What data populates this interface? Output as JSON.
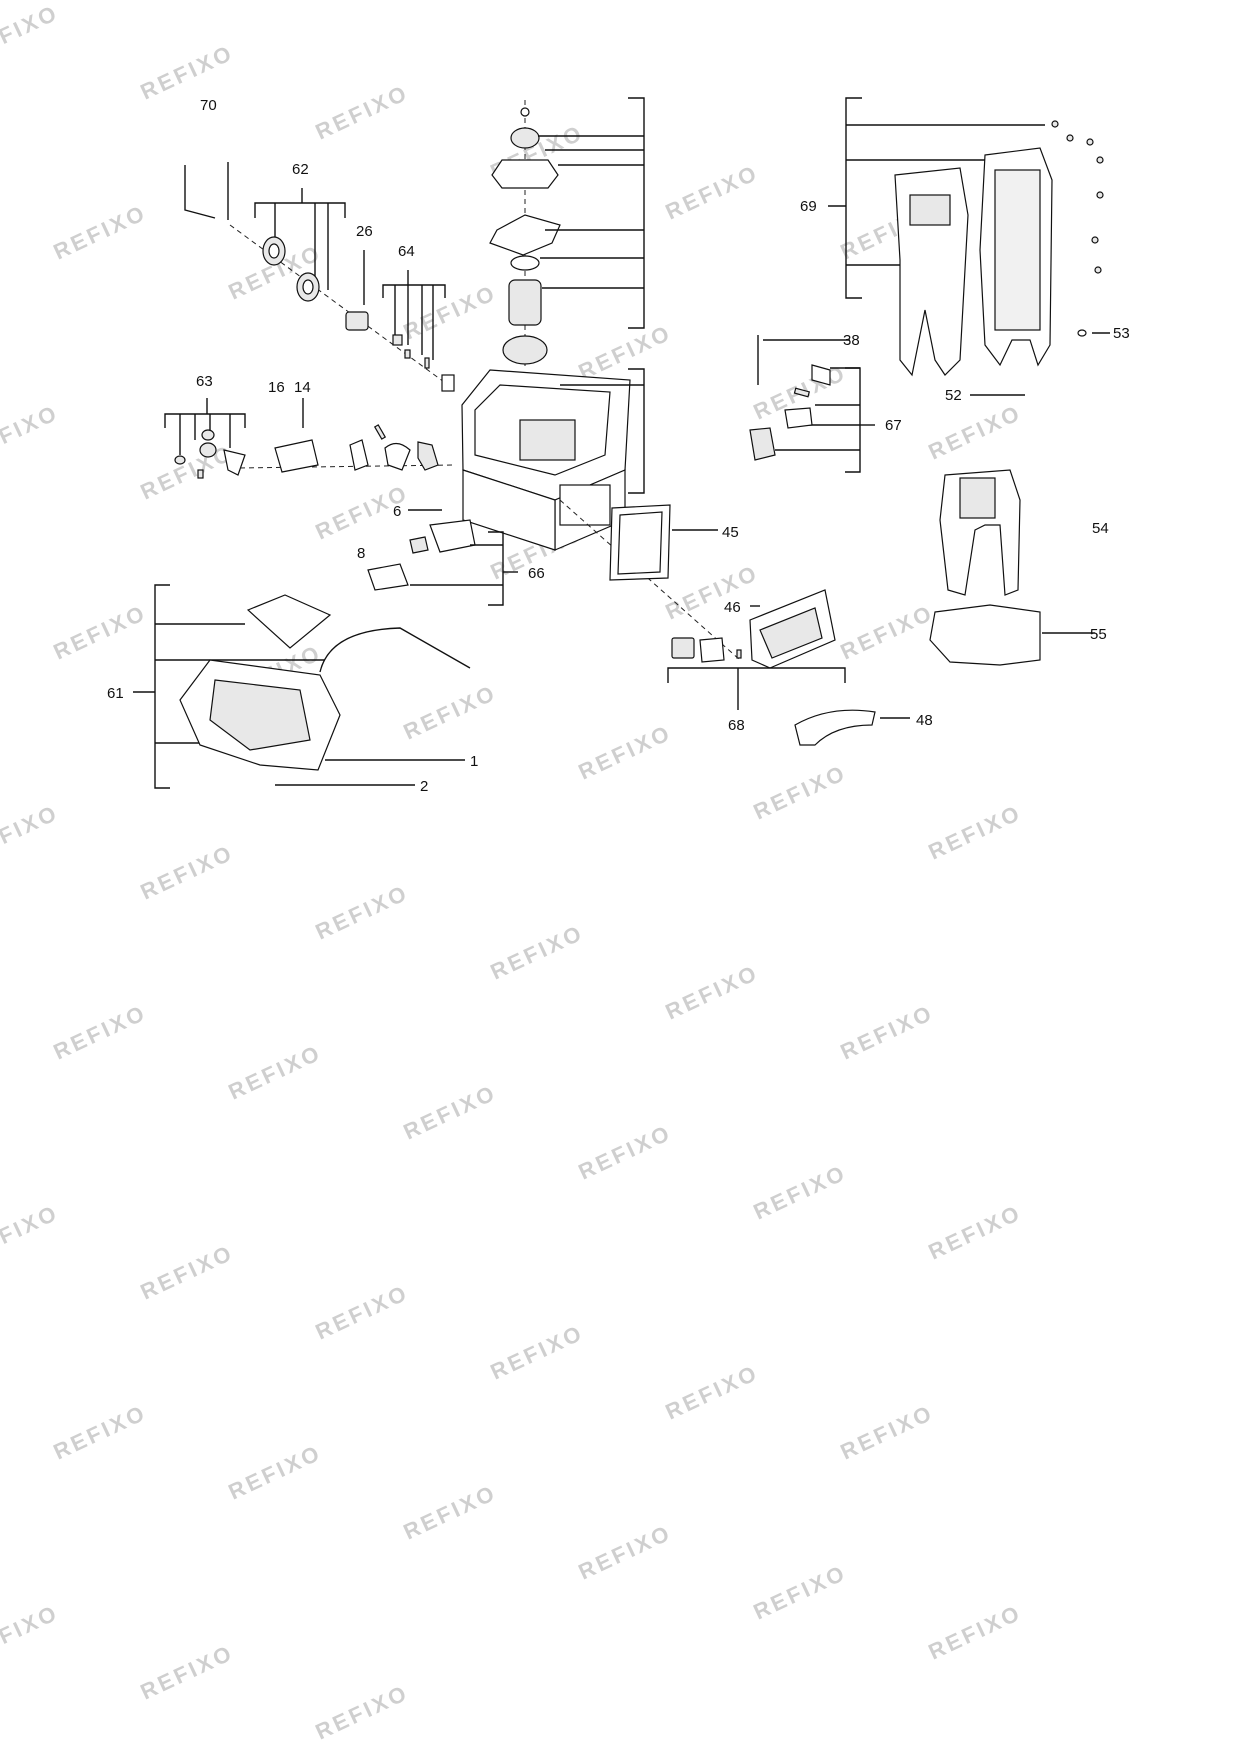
{
  "watermark": "REFIXO",
  "part_numbers": {
    "p70": "70",
    "p62": "62",
    "p26": "26",
    "p64": "64",
    "p63": "63",
    "p16": "16",
    "p14": "14",
    "p69": "69",
    "p38": "38",
    "p53": "53",
    "p52": "52",
    "p67": "67",
    "p54": "54",
    "p6": "6",
    "p8": "8",
    "p66": "66",
    "p45": "45",
    "p46": "46",
    "p55": "55",
    "p61": "61",
    "p68": "68",
    "p48": "48",
    "p1": "1",
    "p2": "2"
  }
}
